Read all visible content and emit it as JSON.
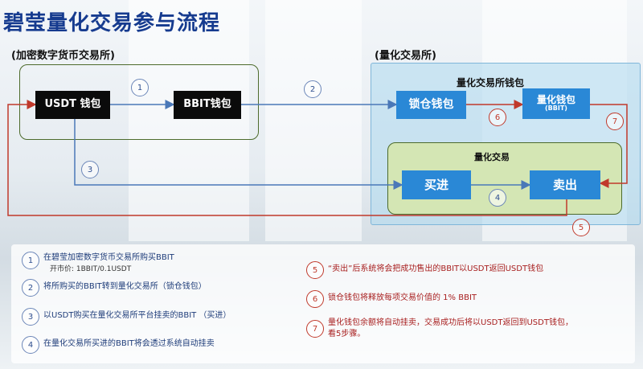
{
  "title": "碧莹量化交易参与流程",
  "exchange_label": "(加密数字货币交易所)",
  "quant_label": "(量化交易所)",
  "wallet_section_label": "量化交易所钱包",
  "trade_section_label": "量化交易",
  "boxes": {
    "usdt_wallet": "USDT 钱包",
    "bbit_wallet": "BBIT钱包",
    "lock_wallet": "锁仓钱包",
    "quant_wallet": "量化钱包",
    "quant_wallet_sub": "(BBIT)",
    "buy": "买进",
    "sell": "卖出"
  },
  "step_markers": [
    "1",
    "2",
    "3",
    "4",
    "5",
    "6",
    "7"
  ],
  "notes_left": [
    {
      "num": "1",
      "text": "在碧莹加密数字货币交易所购买BBIT",
      "sub": "开市价:  1BBIT/0.1USDT"
    },
    {
      "num": "2",
      "text": "将所购买的BBIT转到量化交易所（锁仓钱包）"
    },
    {
      "num": "3",
      "text": "以USDT购买在量化交易所平台挂卖的BBIT  （买进）"
    },
    {
      "num": "4",
      "text": "在量化交易所买进的BBIT将会透过系统自动挂卖"
    }
  ],
  "notes_right": [
    {
      "num": "5",
      "text": "“卖出”后系统将会把成功售出的BBIT以USDT返回USDT钱包"
    },
    {
      "num": "6",
      "text": "锁仓钱包将释放每项交易价值的 1% BBIT"
    },
    {
      "num": "7",
      "text": "量化钱包余额将自动挂卖，交易成功后将以USDT返回到USDT钱包，",
      "text2": "看5步骤。"
    }
  ],
  "colors": {
    "title": "#163b8f",
    "black_box": "#0b0b0b",
    "blue_box": "#2a88d6",
    "red_line": "#c0392b",
    "blue_line": "#4a78b8",
    "green_panel": "#d4e6b4"
  }
}
